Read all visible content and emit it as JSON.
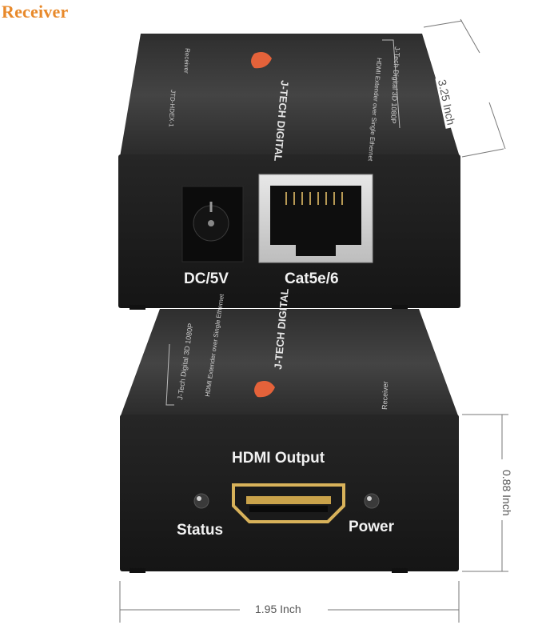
{
  "header": {
    "title": "Receiver"
  },
  "dimensions": {
    "depth": "3.25 Inch",
    "height": "0.88 Inch",
    "width": "1.95 Inch"
  },
  "top_unit": {
    "port_labels": {
      "power": "DC/5V",
      "network": "Cat5e/6"
    },
    "brand": "J-TECH DIGITAL",
    "product_line": "J-Tech Digital 3D 1080P",
    "description": "HDMI Extender over Single Ethernet",
    "model": "JTD-HDEX-1",
    "role": "Receiver"
  },
  "bottom_unit": {
    "port_labels": {
      "output": "HDMI Output",
      "status": "Status",
      "power": "Power"
    },
    "brand": "J-TECH DIGITAL",
    "product_line": "J-Tech Digital 3D 1080P",
    "description": "HDMI Extender over Single Ethernet",
    "role": "Receiver"
  },
  "colors": {
    "title": "#e8892a",
    "device_body": "#3a3a3a",
    "device_face": "#1c1c1c",
    "label_text": "#f2f2f2",
    "logo": "#e4623a"
  }
}
